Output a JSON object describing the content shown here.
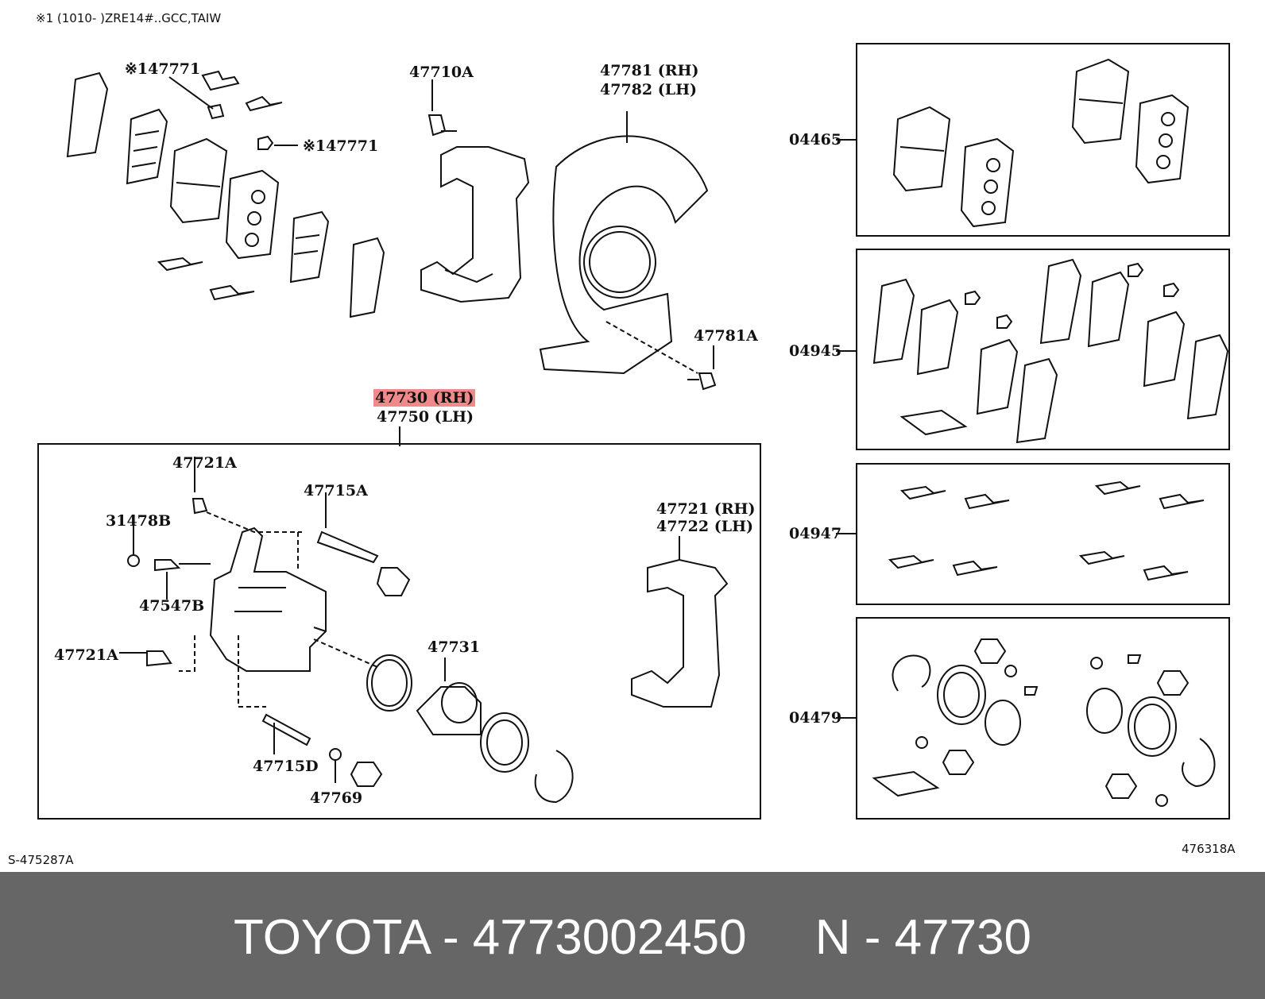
{
  "header": {
    "note": "※1 (1010-      )ZRE14#..GCC,TAIW"
  },
  "labels": {
    "l47771a": "※147771",
    "l47771b": "※147771",
    "l47710A": "47710A",
    "l47781rh": "47781 (RH)",
    "l47782lh": "47782 (LH)",
    "l47781A": "47781A",
    "l47730rh": "47730 (RH)",
    "l47750lh": "47750 (LH)",
    "l47721A_top": "47721A",
    "l47715A": "47715A",
    "l31478B": "31478B",
    "l47547B": "47547B",
    "l47721A_left": "47721A",
    "l47731": "47731",
    "l47715D": "47715D",
    "l47769": "47769",
    "l47721rh": "47721 (RH)",
    "l47722lh": "47722 (LH)",
    "l04465": "04465",
    "l04945": "04945",
    "l04947": "04947",
    "l04479": "04479"
  },
  "codes": {
    "left": "S-475287A",
    "right": "476318A"
  },
  "footer": {
    "text": "TOYOTA - 4773002450     N - 47730"
  },
  "colors": {
    "highlight": "#f08a8a",
    "footer_bg": "#666666",
    "footer_text": "#ffffff",
    "line": "#111111"
  }
}
